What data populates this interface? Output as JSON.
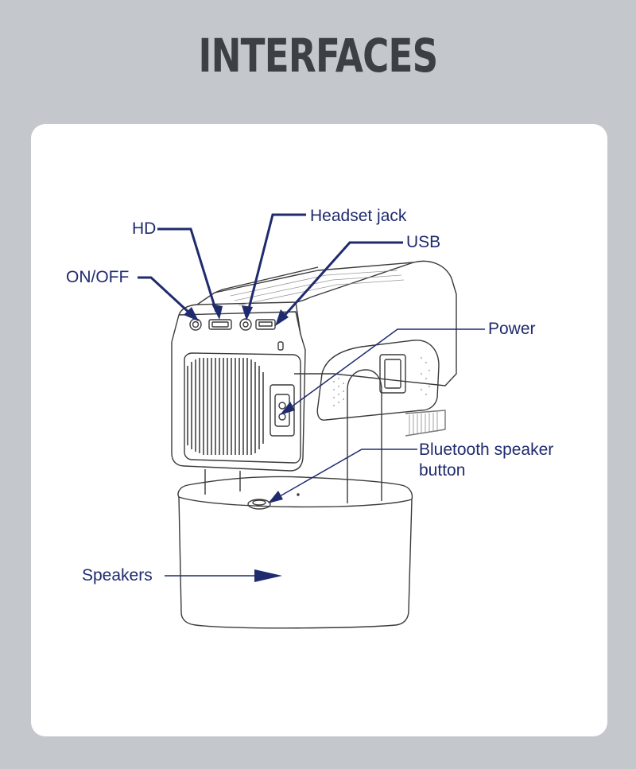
{
  "title": "INTERFACES",
  "labels": {
    "hd": "HD",
    "headset_jack": "Headset jack",
    "usb": "USB",
    "on_off": "ON/OFF",
    "power": "Power",
    "bluetooth_line1": "Bluetooth speaker",
    "bluetooth_line2": "button",
    "speakers": "Speakers"
  },
  "colors": {
    "background": "#c4c8cd",
    "card": "#ffffff",
    "title": "#3c3f44",
    "callout": "#1f2b6e",
    "drawing": "#3a3a3a"
  }
}
